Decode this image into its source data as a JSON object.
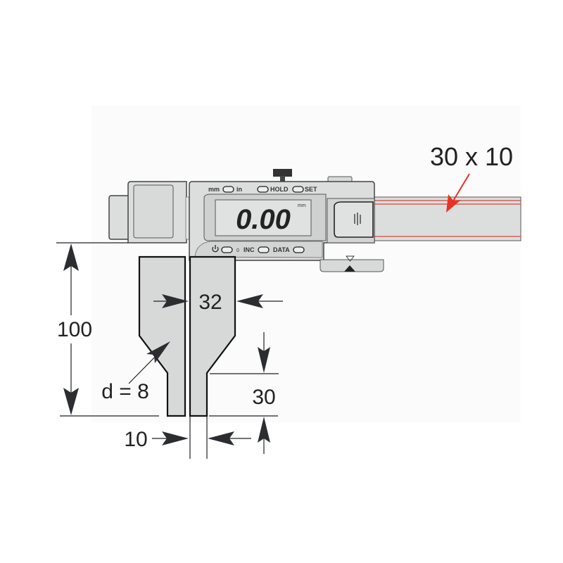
{
  "display": {
    "reading": "0.00",
    "unit": "mm"
  },
  "buttons_top": {
    "mm": "mm",
    "in": "in",
    "hold": "HOLD",
    "set": "SET"
  },
  "buttons_bottom": {
    "zero": "0",
    "inc": "INC",
    "data": "DATA"
  },
  "dimensions": {
    "height": "100",
    "gap": "32",
    "tip_diameter": "d = 8",
    "tip_length": "30",
    "tip_width": "10",
    "beam_section": "30 x 10"
  },
  "colors": {
    "annotation_arrow": "#e63323",
    "beam_stripe": "#d24a3c"
  }
}
